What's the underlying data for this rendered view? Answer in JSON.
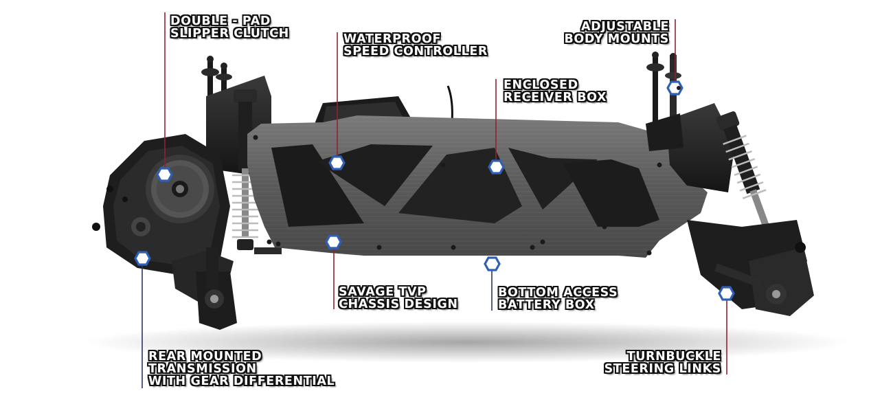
{
  "callouts": {
    "slipper_clutch": {
      "line1": "DOUBLE - PAD",
      "line2": "SLIPPER CLUTCH"
    },
    "speed_controller": {
      "line1": "WATERPROOF",
      "line2": "SPEED CONTROLLER"
    },
    "receiver_box": {
      "line1": "ENCLOSED",
      "line2": "RECEIVER BOX"
    },
    "body_mounts": {
      "line1": "ADJUSTABLE",
      "line2": "BODY MOUNTS"
    },
    "chassis_design": {
      "line1": "SAVAGE TVP",
      "line2": "CHASSIS DESIGN"
    },
    "battery_box": {
      "line1": "BOTTOM ACCESS",
      "line2": "BATTERY BOX"
    },
    "transmission": {
      "line1": "REAR MOUNTED",
      "line2": "TRANSMISSION",
      "line3": "WITH GEAR DIFFERENTIAL"
    },
    "steering_links": {
      "line1": "TURNBUCKLE",
      "line2": "STEERING LINKS"
    }
  },
  "colors": {
    "marker_blue": "#2f5fb8",
    "leader_red": "#8e2430",
    "leader_navy": "#2a3560",
    "chassis_dark": "#1c1c1c",
    "plate_gray": "#5d5d5d"
  }
}
